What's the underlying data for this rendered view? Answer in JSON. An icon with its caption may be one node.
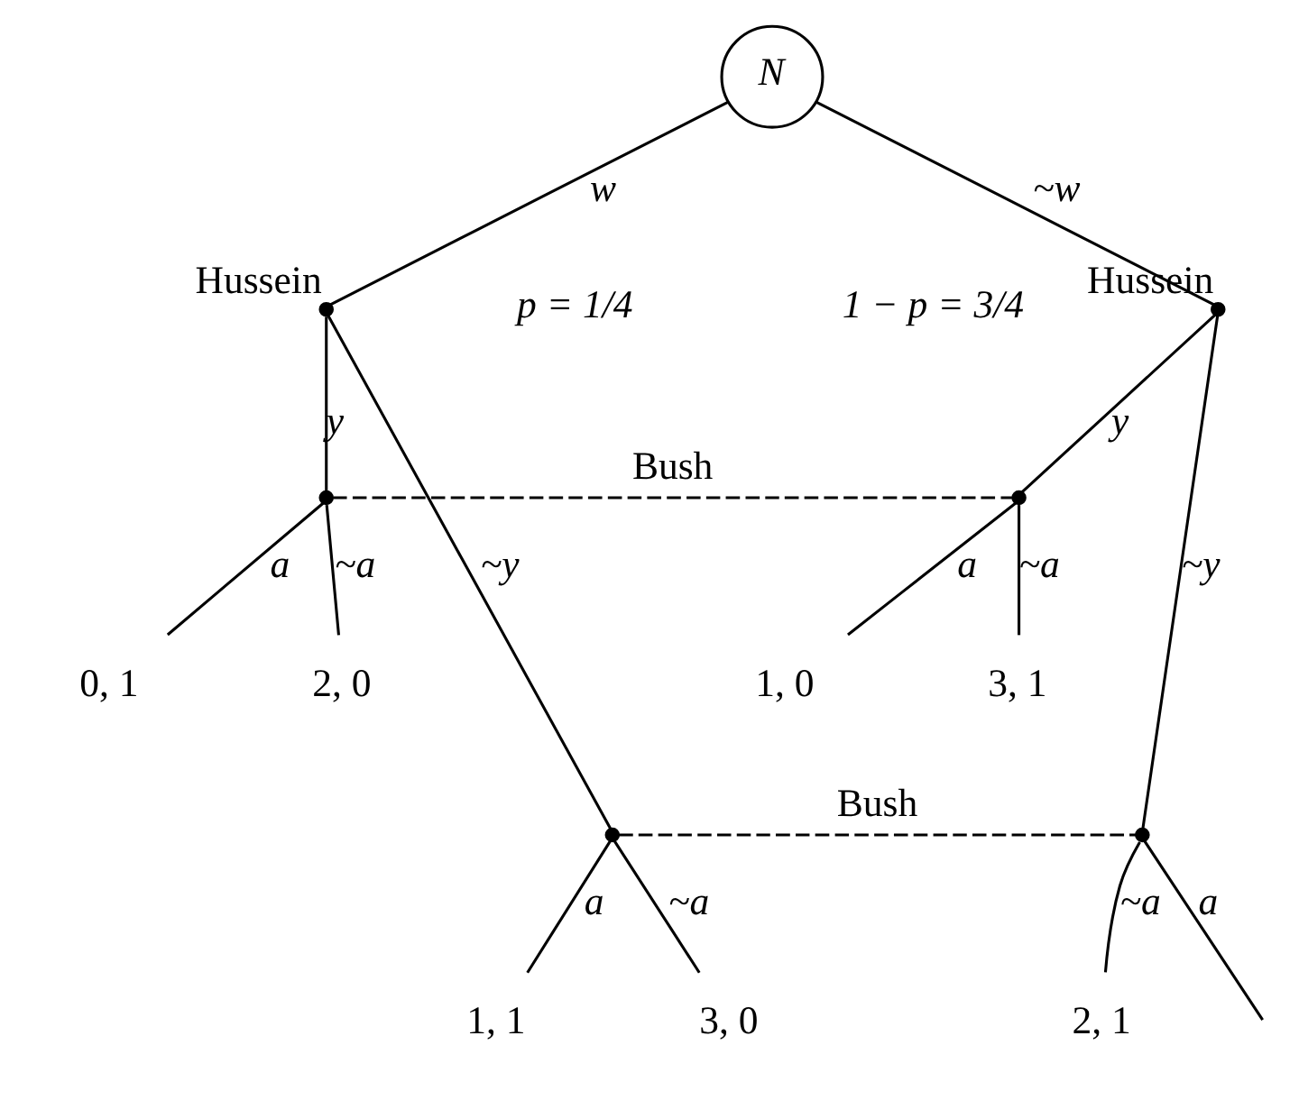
{
  "diagram": {
    "nodes": [
      {
        "text": [
          "N"
        ]
      },
      {
        "text": [],
        "shape": "point",
        "beside": [
          "Hussein"
        ]
      },
      {
        "text": [],
        "shape": "point",
        "beside": [
          "Hussein"
        ]
      },
      {
        "text": [],
        "shape": "point"
      },
      {
        "text": [],
        "shape": "point"
      },
      {
        "text": [],
        "shape": "point"
      },
      {
        "text": [],
        "shape": "point"
      },
      {
        "text": [
          "0, 1"
        ]
      },
      {
        "text": [
          "2, 0"
        ]
      },
      {
        "text": [
          "1, 0"
        ]
      },
      {
        "text": [
          "3, 1"
        ]
      },
      {
        "text": [
          "1, 1"
        ]
      },
      {
        "text": [
          "3, 0"
        ]
      },
      {
        "text": [
          "2, 1"
        ]
      }
    ],
    "edges": [
      {
        "from": 0,
        "to": 1,
        "arrow": "none",
        "label": "w"
      },
      {
        "from": 0,
        "to": 2,
        "arrow": "none",
        "label": "~w"
      },
      {
        "from": 1,
        "to": 3,
        "arrow": "none",
        "label": "y"
      },
      {
        "from": 1,
        "to": 5,
        "arrow": "none",
        "label": "~y"
      },
      {
        "from": 2,
        "to": 4,
        "arrow": "none",
        "label": "y"
      },
      {
        "from": 2,
        "to": 6,
        "arrow": "none",
        "label": "~y"
      },
      {
        "from": 3,
        "to": 4,
        "arrow": "none",
        "label": "Bush",
        "style": "dashed"
      },
      {
        "from": 5,
        "to": 6,
        "arrow": "none",
        "label": "Bush",
        "style": "dashed"
      },
      {
        "from": 3,
        "to": 7,
        "arrow": "none",
        "label": "a"
      },
      {
        "from": 3,
        "to": 8,
        "arrow": "none",
        "label": "~a"
      },
      {
        "from": 4,
        "to": 9,
        "arrow": "none",
        "label": "a"
      },
      {
        "from": 4,
        "to": 10,
        "arrow": "none",
        "label": "~a"
      },
      {
        "from": 5,
        "to": 11,
        "arrow": "none",
        "label": "a"
      },
      {
        "from": 5,
        "to": 12,
        "arrow": "none",
        "label": "~a"
      },
      {
        "from": 6,
        "to": null,
        "arrow": "none",
        "label": "a"
      },
      {
        "from": 6,
        "to": 13,
        "arrow": "none",
        "label": "~a"
      }
    ],
    "labels": [
      "p = 1/4",
      "1 − p = 3/4"
    ]
  }
}
